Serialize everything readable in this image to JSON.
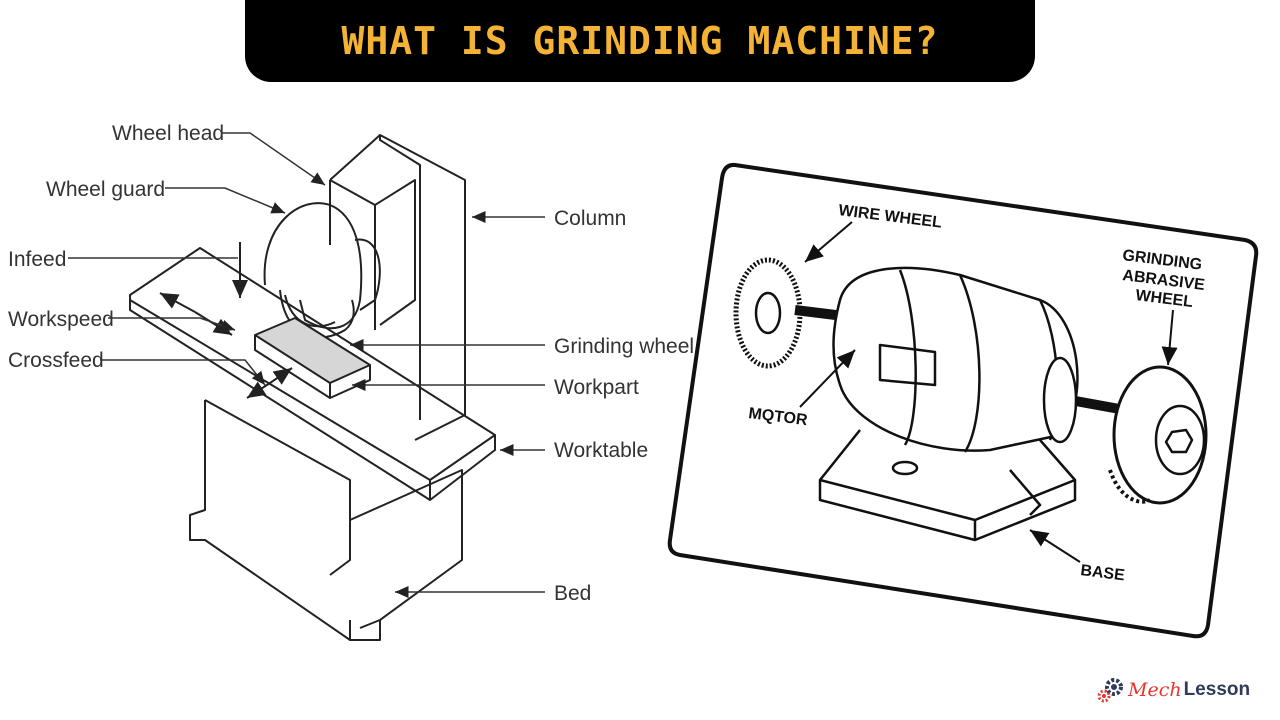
{
  "title": "WHAT IS GRINDING MACHINE?",
  "left_diagram": {
    "labels": {
      "wheel_head": "Wheel head",
      "wheel_guard": "Wheel guard",
      "infeed": "Infeed",
      "workspeed": "Workspeed",
      "crossfeed": "Crossfeed",
      "column": "Column",
      "grinding_wheel": "Grinding wheel",
      "workpart": "Workpart",
      "worktable": "Worktable",
      "bed": "Bed"
    }
  },
  "right_diagram": {
    "labels": {
      "wire_wheel": "WIRE WHEEL",
      "grinding_line1": "GRINDING",
      "grinding_line2": "ABRASIVE",
      "grinding_line3": "WHEEL",
      "motor": "MQTOR",
      "base": "BASE"
    }
  },
  "brand": {
    "mech": "Mech",
    "lesson": "Lesson",
    "icon": "gear-icon"
  }
}
